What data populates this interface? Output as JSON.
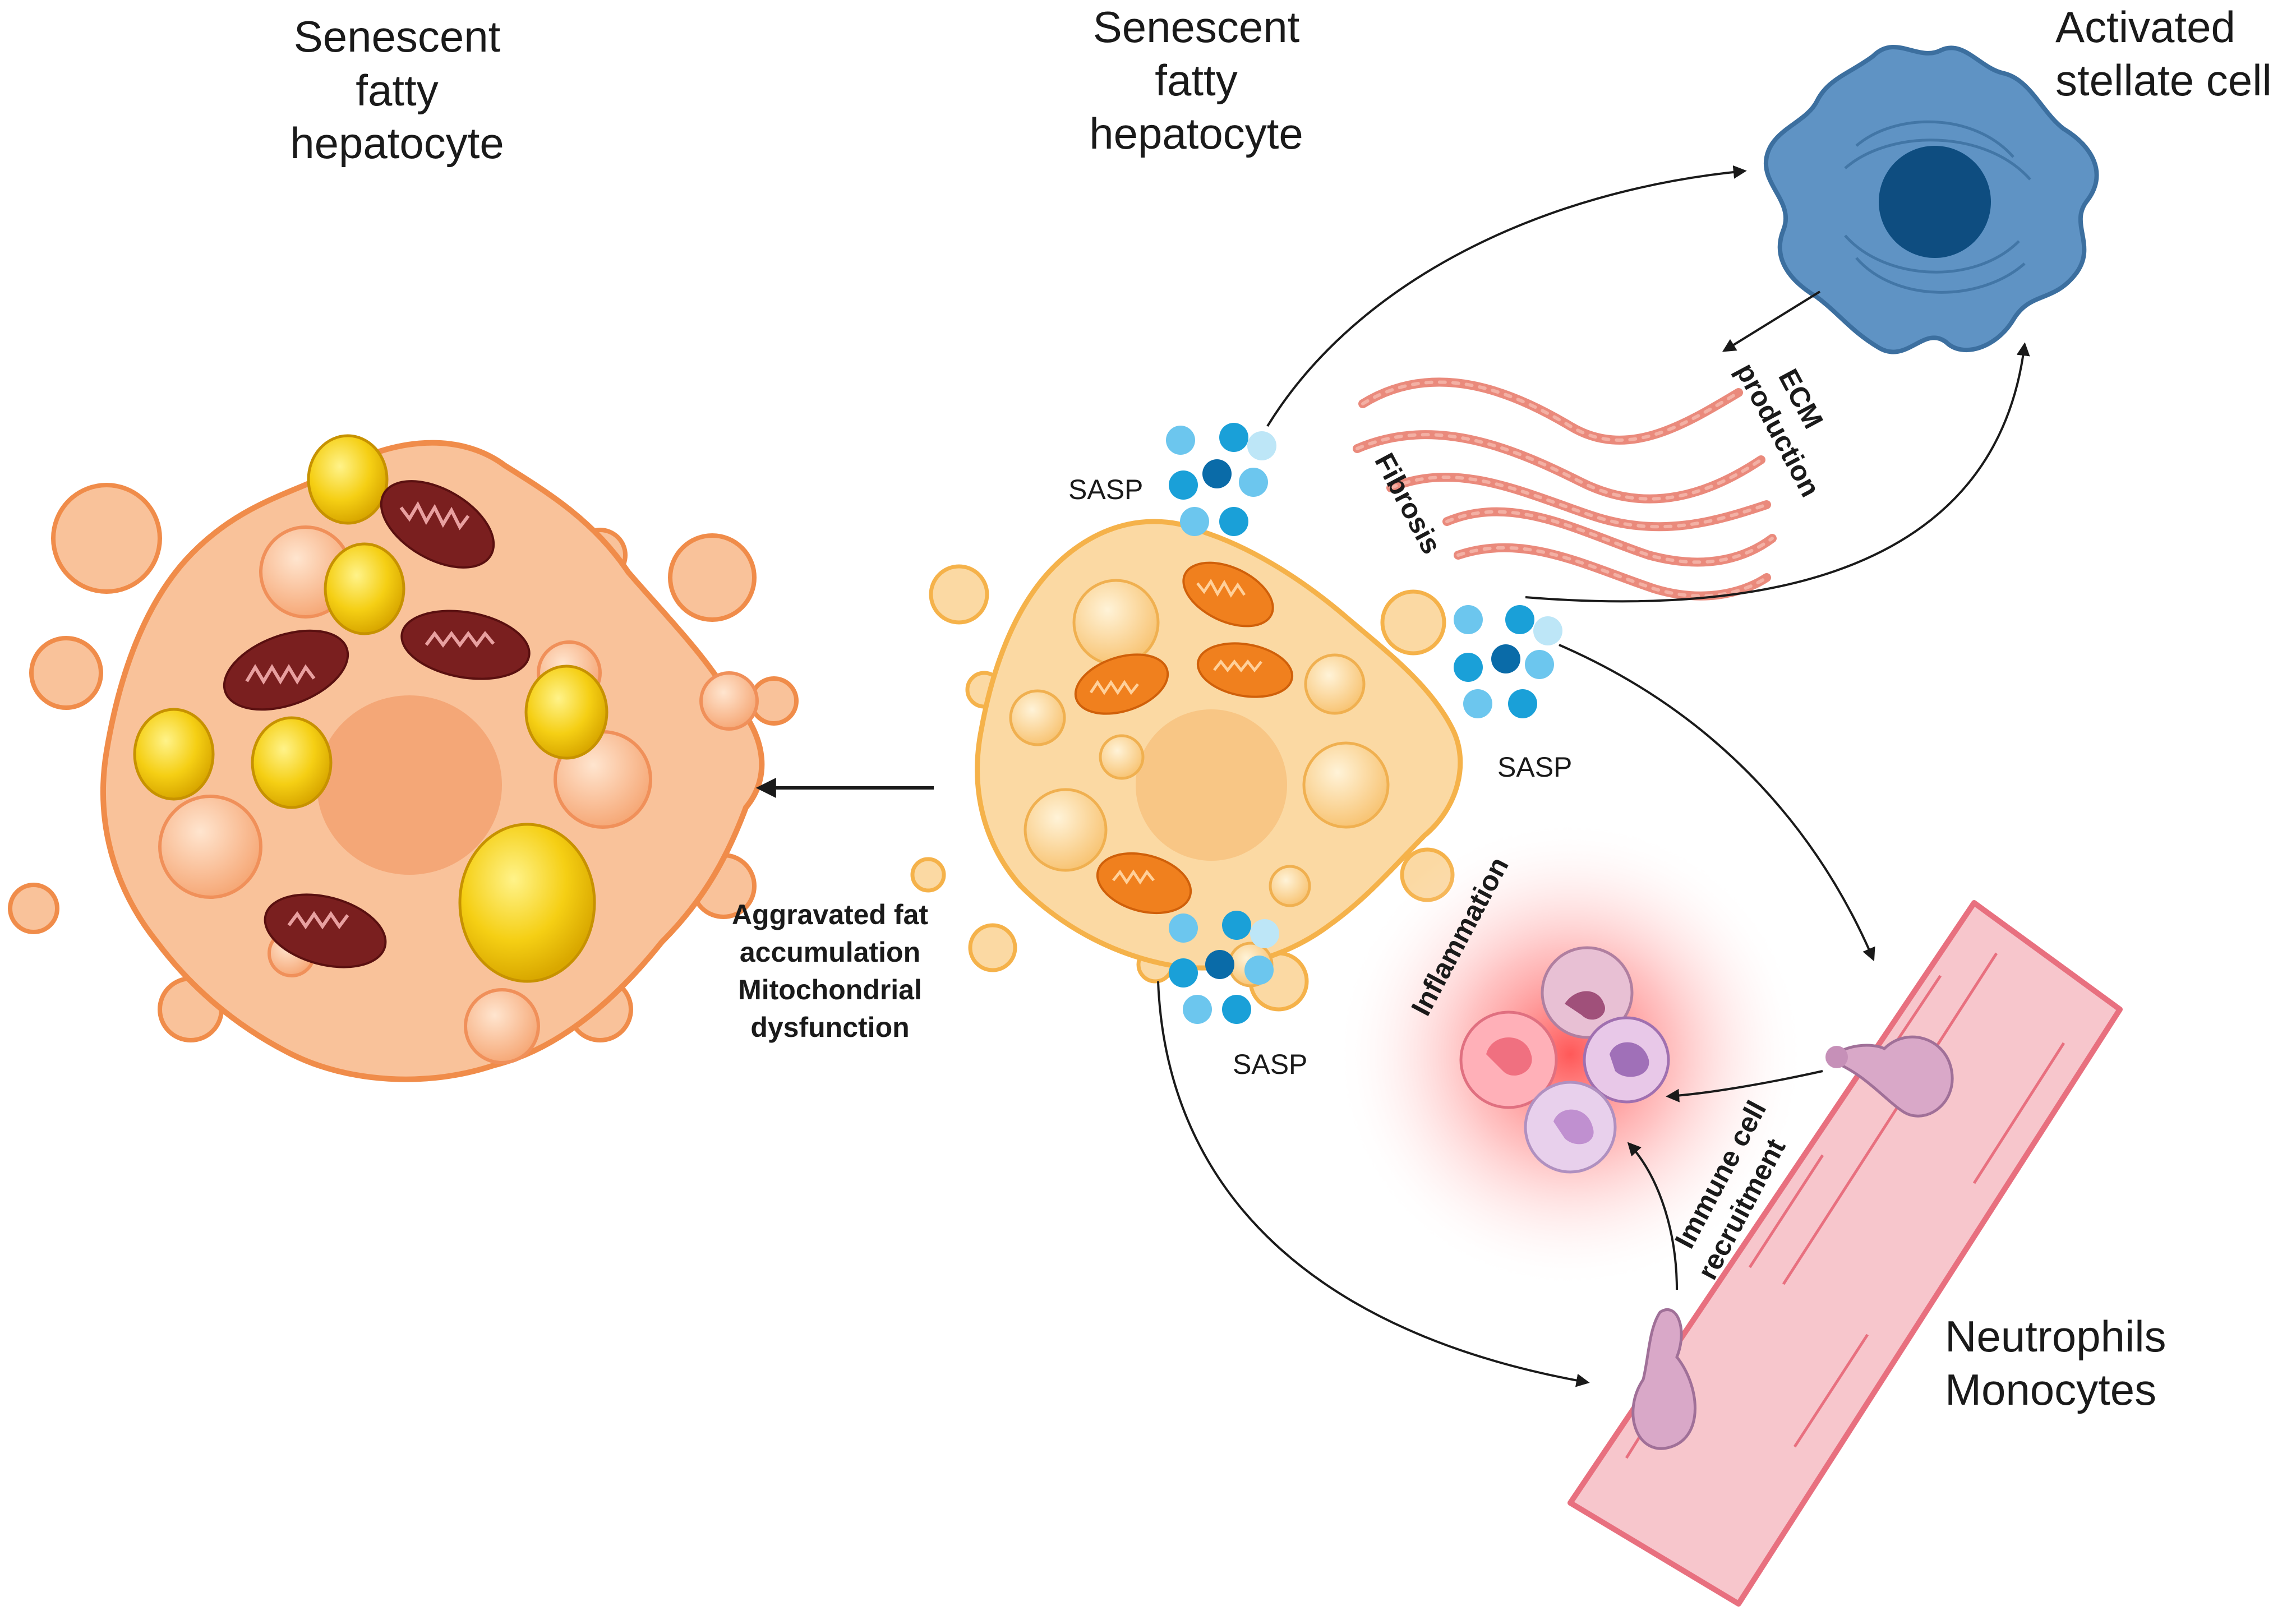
{
  "labels": {
    "left_cell_title": [
      "Senescent",
      "fatty",
      "hepatocyte"
    ],
    "center_cell_title": [
      "Senescent",
      "fatty",
      "hepatocyte"
    ],
    "stellate_title": [
      "Activated",
      "stellate cell"
    ],
    "immune_title": [
      "Neutrophils",
      "Monocytes"
    ],
    "sasp": "SASP",
    "ecm": [
      "ECM",
      "production"
    ],
    "fibrosis": "Fibrosis",
    "inflammation": "Inflammation",
    "immune_recruitment": [
      "Immune cell",
      "recruitment"
    ],
    "effects": [
      "Aggravated fat",
      "accumulation",
      "Mitochondrial",
      "dysfunction"
    ]
  },
  "colors": {
    "left_cell_fill": "#f9c29a",
    "left_cell_stroke": "#f08c4a",
    "center_cell_fill": "#fbd9a3",
    "center_cell_stroke": "#f5b24a",
    "lipid_droplet": "#f7d21c",
    "mito_dark": "#7a1f1f",
    "mito_orange": "#f0801e",
    "sasp_particle": "#1aa0d8",
    "stellate_fill": "#5f93c4",
    "stellate_nucleus": "#0e4d80",
    "vessel_fill": "#f7c6cc",
    "vessel_stroke": "#e8707f",
    "inflammation_glow": "#ff4d4d",
    "fibrosis_fiber": "#e87e6e"
  }
}
